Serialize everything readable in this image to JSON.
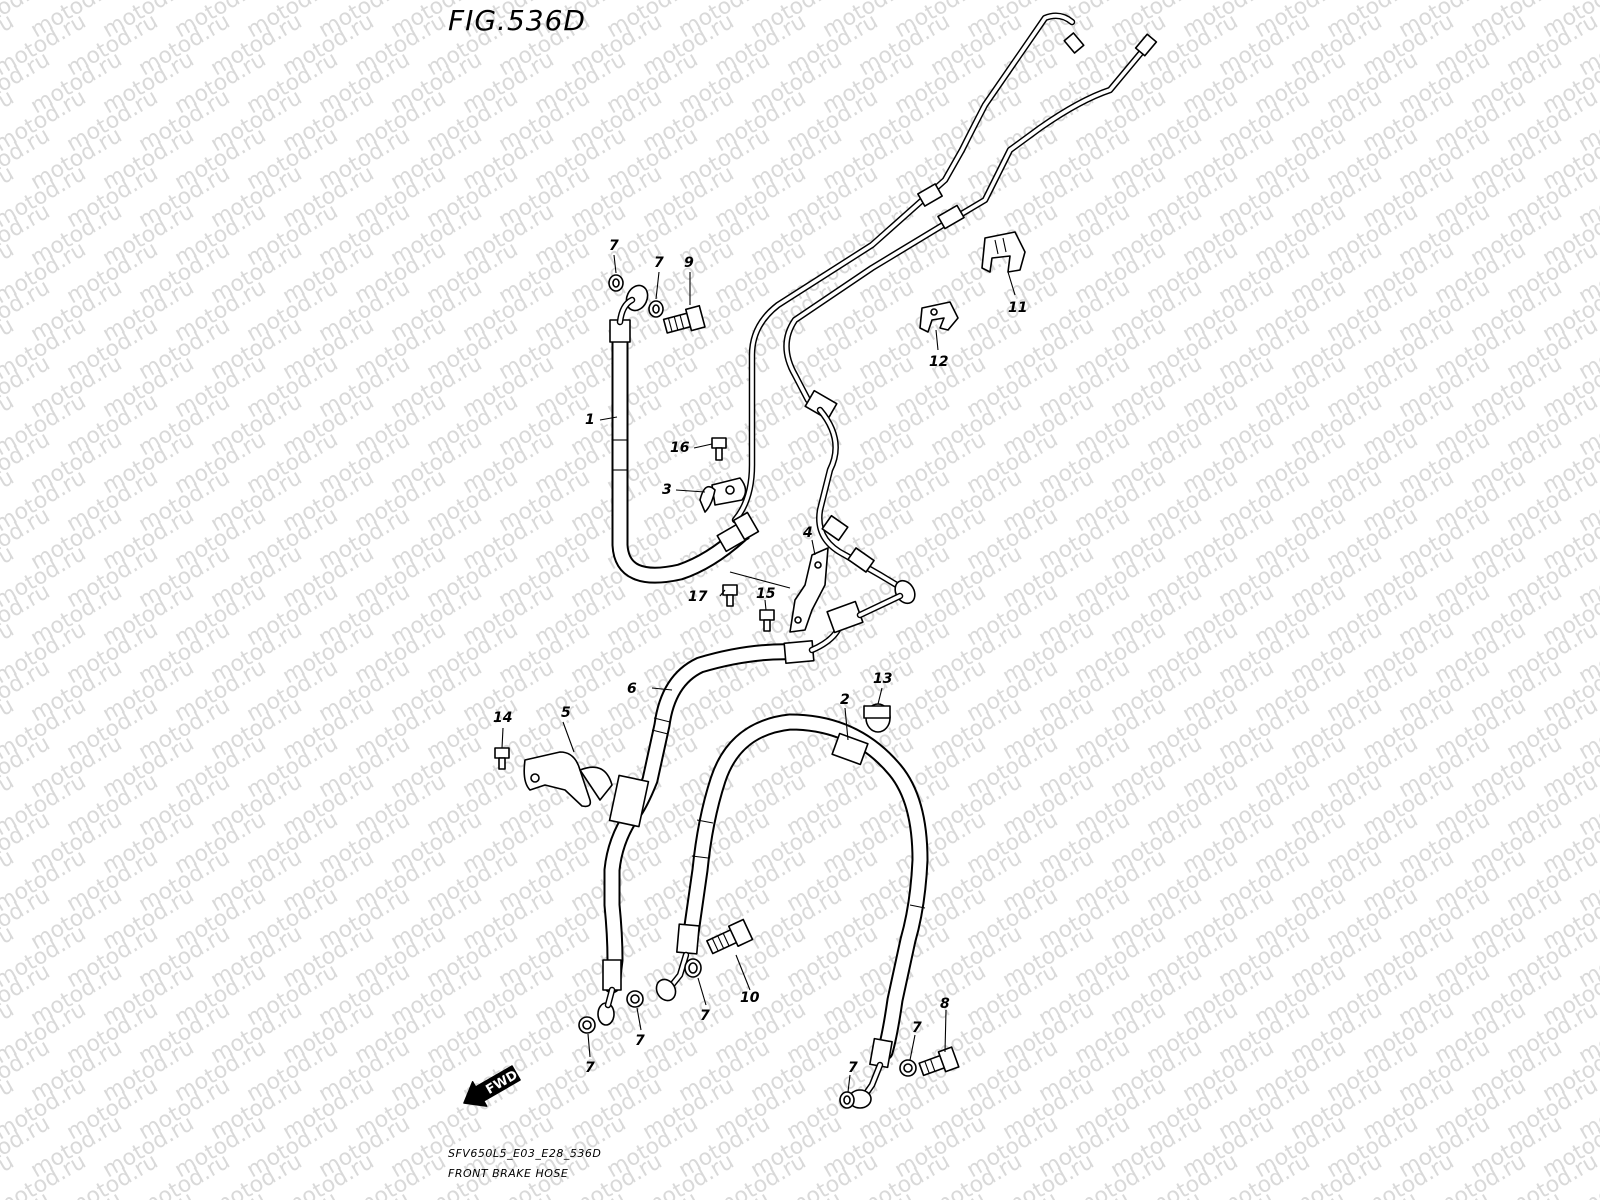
{
  "figure": {
    "title": "FIG.536D",
    "code": "SFV650L5_E03_E28_536D",
    "name": "FRONT BRAKE HOSE"
  },
  "watermark": {
    "text": "motod.ru",
    "color": "#d9d9d9"
  },
  "direction_marker": {
    "label": "FWD",
    "icon": "arrow-left-icon"
  },
  "callouts": {
    "c1": "1",
    "c2": "2",
    "c3": "3",
    "c4": "4",
    "c5": "5",
    "c6": "6",
    "c7a": "7",
    "c7b": "7",
    "c7c": "7",
    "c7d": "7",
    "c7e": "7",
    "c7f": "7",
    "c7g": "7",
    "c8": "8",
    "c9": "9",
    "c10": "10",
    "c11": "11",
    "c12": "12",
    "c13": "13",
    "c14": "14",
    "c15": "15",
    "c16": "16",
    "c17": "17"
  },
  "colors": {
    "line": "#000000",
    "background": "#ffffff"
  }
}
